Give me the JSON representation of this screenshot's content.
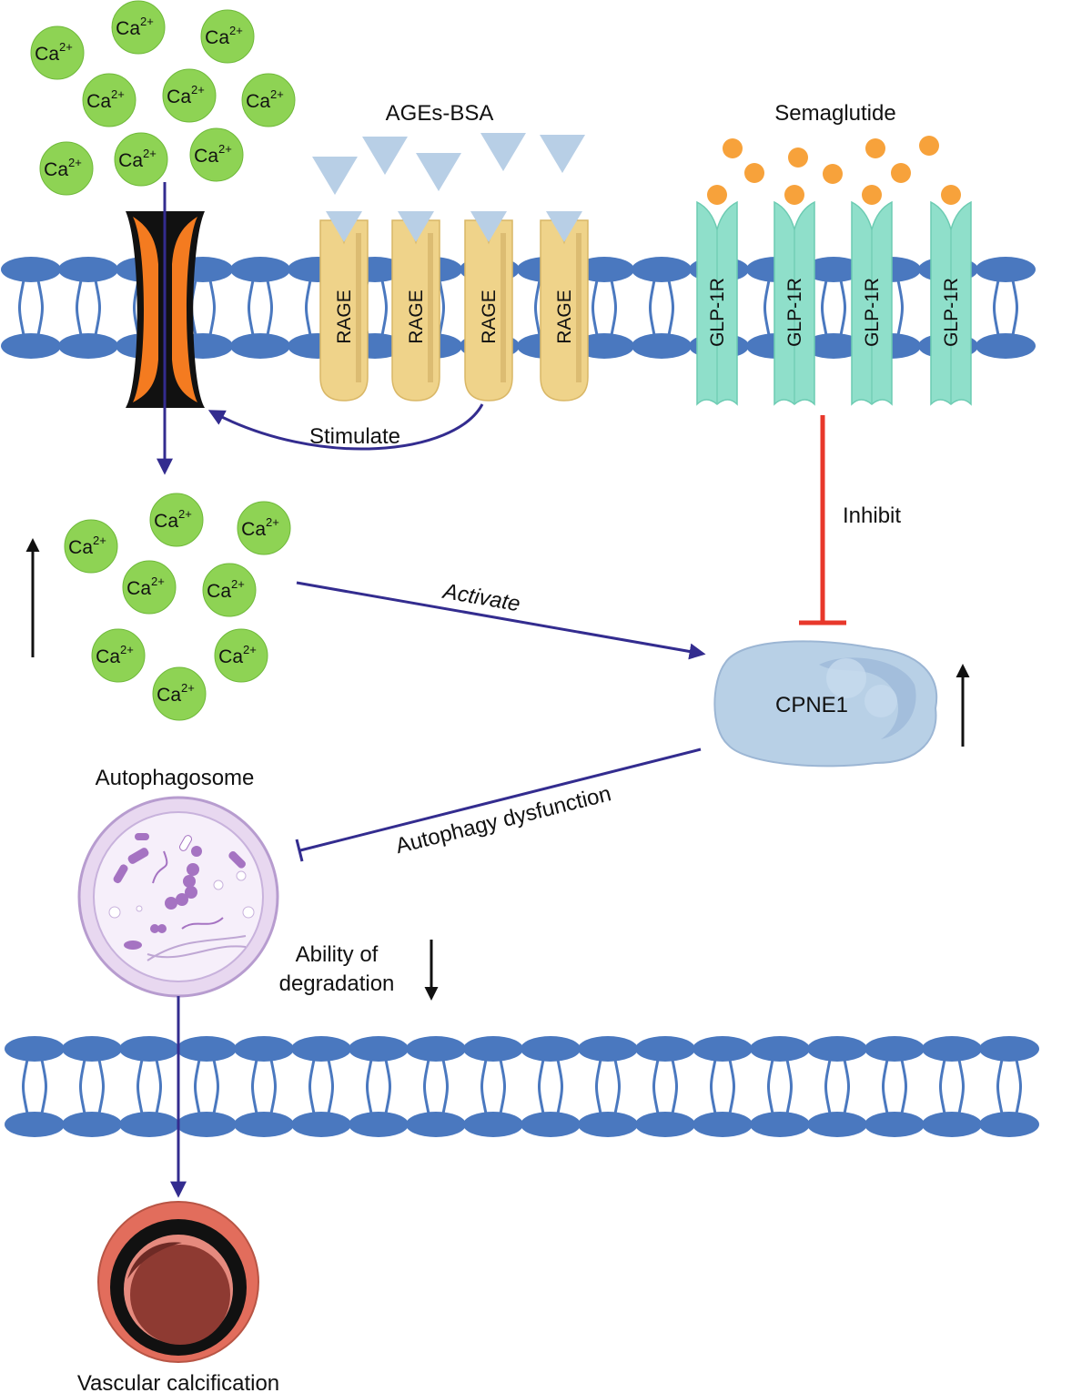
{
  "labels": {
    "ages_bsa": "AGEs-BSA",
    "semaglutide": "Semaglutide",
    "stimulate": "Stimulate",
    "inhibit": "Inhibit",
    "activate": "Activate",
    "cpne1": "CPNE1",
    "autophagosome": "Autophagosome",
    "autophagy_dysfunction": "Autophagy dysfunction",
    "ability_line1": "Ability of",
    "ability_line2": "degradation",
    "vascular_calcification": "Vascular calcification"
  },
  "receptors": {
    "rage": [
      "RAGE",
      "RAGE",
      "RAGE",
      "RAGE"
    ],
    "glp1r": [
      "GLP-1R",
      "GLP-1R",
      "GLP-1R",
      "GLP-1R"
    ]
  },
  "ion": {
    "base": "Ca",
    "charge": "2+"
  },
  "colors": {
    "membrane": "#4a78bf",
    "arrow": "#332c8f",
    "inhibit": "#e8382b",
    "ion": "#8ed354",
    "rage": "#efd38a",
    "glp1r": "#8fdfca",
    "ligand_ages": "#b8cfe6",
    "ligand_sema": "#f7a23b",
    "channel": "#f47b20",
    "cpne1": "#b8d0e6",
    "autophagosome": "#e8d8f0",
    "vessel": "#e26d5c"
  }
}
